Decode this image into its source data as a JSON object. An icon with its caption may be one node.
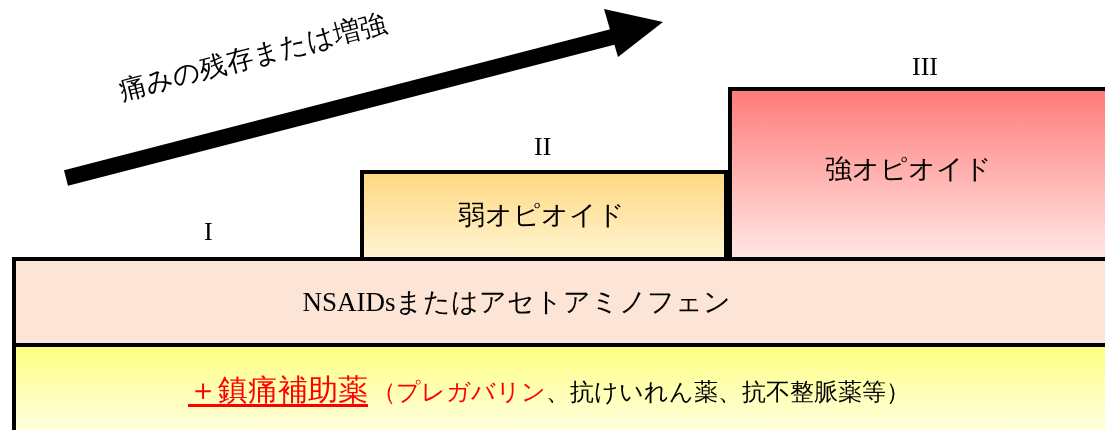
{
  "diagram": {
    "nodes": [
      {
        "text": [
          "＋鎮痛補助薬",
          "（プレガバリン",
          "、抗けいれん薬、抗不整脈薬等）"
        ]
      },
      {
        "text": [
          "NSAIDsまたはアセトアミノフェン"
        ],
        "beside": [
          "I"
        ]
      },
      {
        "text": [
          "弱オピオイド"
        ],
        "beside": [
          "II"
        ]
      },
      {
        "text": [
          "強オピオイド"
        ],
        "beside": [
          "III"
        ]
      }
    ],
    "labels": [
      "痛みの残存または増強"
    ]
  }
}
